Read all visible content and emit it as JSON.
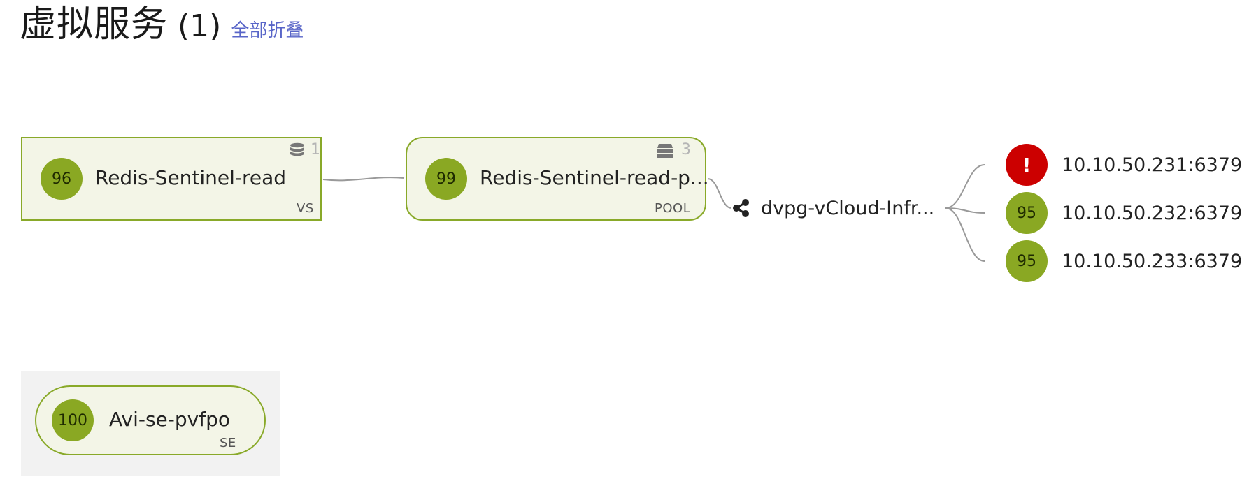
{
  "header": {
    "title": "虚拟服务",
    "count": "(1)",
    "collapse_all": "全部折叠"
  },
  "virtual_service": {
    "health": "96",
    "name": "Redis-Sentinel-read",
    "type": "VS",
    "count": "1",
    "icon": "database-icon"
  },
  "pool": {
    "health": "99",
    "name": "Redis-Sentinel-read-p...",
    "type": "POOL",
    "count": "3",
    "icon": "server-stack-icon"
  },
  "network": {
    "name": "dvpg-vCloud-Infr...",
    "icon": "share-icon"
  },
  "servers": [
    {
      "health": "!",
      "status": "critical",
      "address": "10.10.50.231:6379"
    },
    {
      "health": "95",
      "status": "good",
      "address": "10.10.50.232:6379"
    },
    {
      "health": "95",
      "status": "good",
      "address": "10.10.50.233:6379"
    }
  ],
  "service_engine": {
    "health": "100",
    "name": "Avi-se-pvfpo",
    "type": "SE"
  },
  "colors": {
    "health_good": "#8aa823",
    "health_critical": "#cc0000",
    "node_border": "#89a929",
    "node_fill": "#f3f5e7",
    "link": "#5865c8"
  }
}
